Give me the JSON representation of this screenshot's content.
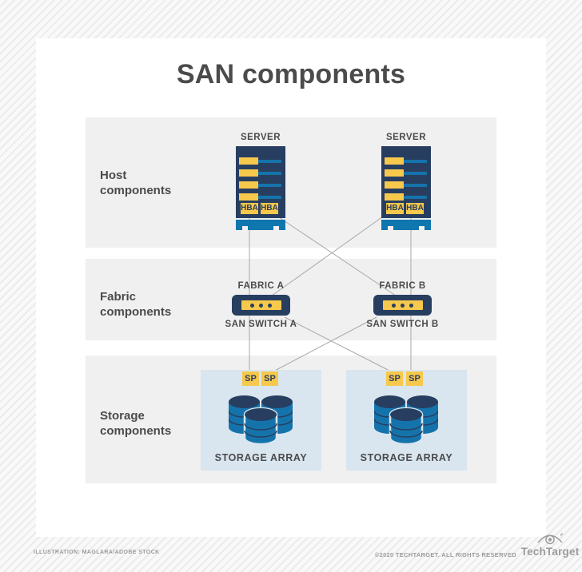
{
  "title": "SAN components",
  "bands": {
    "host": {
      "label": "Host components"
    },
    "fabric": {
      "label": "Fabric components"
    },
    "storage": {
      "label": "Storage components"
    }
  },
  "servers": [
    {
      "label": "SERVER",
      "hba1": "HBA",
      "hba2": "HBA"
    },
    {
      "label": "SERVER",
      "hba1": "HBA",
      "hba2": "HBA"
    }
  ],
  "switches": [
    {
      "fabric_label": "FABRIC A",
      "switch_label": "SAN SWITCH A"
    },
    {
      "fabric_label": "FABRIC B",
      "switch_label": "SAN SWITCH B"
    }
  ],
  "storage_arrays": [
    {
      "label": "STORAGE ARRAY",
      "sp1": "SP",
      "sp2": "SP"
    },
    {
      "label": "STORAGE ARRAY",
      "sp1": "SP",
      "sp2": "SP"
    }
  ],
  "footer": {
    "credit": "ILLUSTRATION: MAGLARA/ADOBE STOCK",
    "copyright": "©2020 TECHTARGET. ALL RIGHTS RESERVED",
    "brand": "TechTarget"
  },
  "colors": {
    "navy": "#273e60",
    "yellow": "#f6c84c",
    "blue": "#1573ab",
    "base_blue": "#1076ae",
    "storage_bg": "#d9e6ef",
    "band_bg": "#f0f0f1",
    "text_dark": "#4b4b4d",
    "text_muted": "#9b9b9b",
    "line": "#a8a8a8"
  }
}
